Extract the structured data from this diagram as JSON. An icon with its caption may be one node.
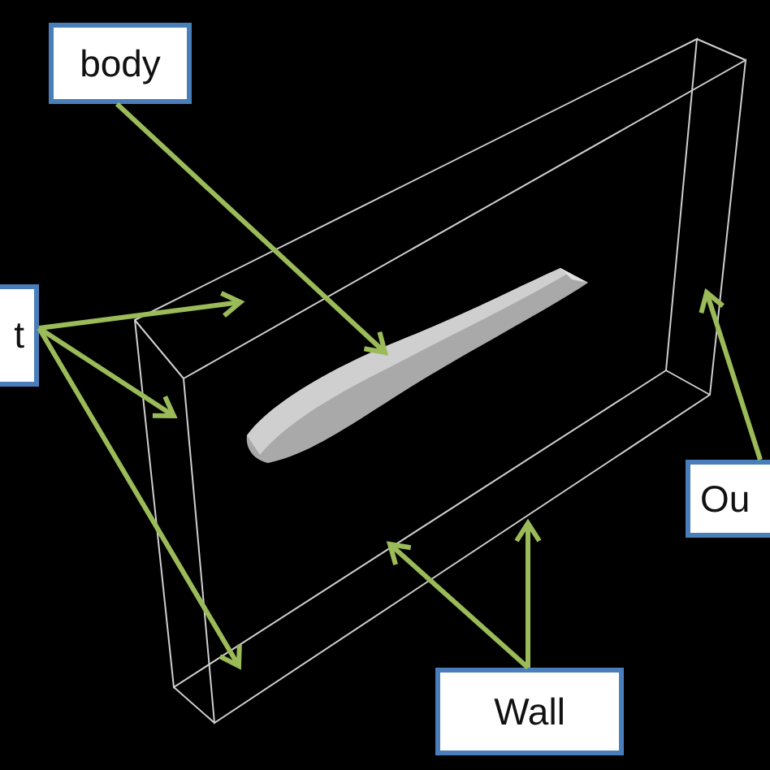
{
  "diagram": {
    "nodes": [
      {
        "text": [
          "body"
        ]
      },
      {
        "text": [
          "t"
        ]
      },
      {
        "text": [
          "Ou"
        ]
      },
      {
        "text": [
          "Wall"
        ]
      },
      {
        "text": [],
        "shape": "picture"
      }
    ],
    "edges": [
      {
        "from": 0,
        "to": 4,
        "arrow": "to"
      },
      {
        "from": 1,
        "to": null,
        "arrow": "to"
      },
      {
        "from": 1,
        "to": null,
        "arrow": "to"
      },
      {
        "from": 1,
        "to": null,
        "arrow": "to"
      },
      {
        "from": 2,
        "to": null,
        "arrow": "to"
      },
      {
        "from": 3,
        "to": null,
        "arrow": "to"
      },
      {
        "from": 3,
        "to": null,
        "arrow": "to"
      }
    ]
  }
}
